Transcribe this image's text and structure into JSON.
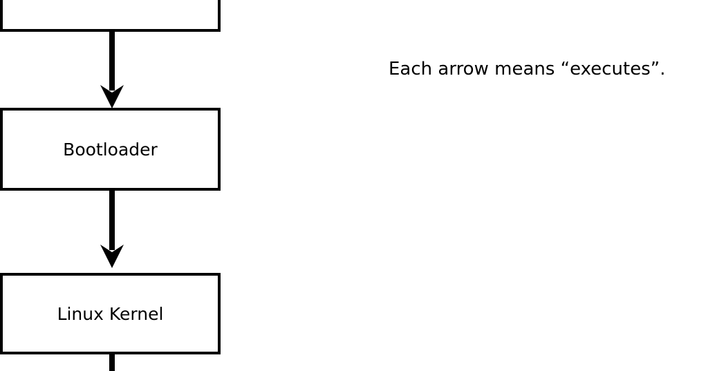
{
  "diagram": {
    "type": "flowchart",
    "orientation": "vertical",
    "background_color": "#ffffff",
    "stroke_color": "#000000",
    "nodes": [
      {
        "id": "firmware",
        "label": "",
        "note": "node cropped above the top edge of the frame; only its lower portion and bottom border are visible"
      },
      {
        "id": "bootloader",
        "label": "Bootloader"
      },
      {
        "id": "kernel",
        "label": "Linux Kernel"
      }
    ],
    "edges": [
      {
        "from": "firmware",
        "to": "bootloader",
        "meaning": "executes"
      },
      {
        "from": "bootloader",
        "to": "kernel",
        "meaning": "executes"
      },
      {
        "from": "kernel",
        "to": "(off-frame below)",
        "meaning": "executes"
      }
    ],
    "annotation": "Each arrow means “executes”."
  }
}
